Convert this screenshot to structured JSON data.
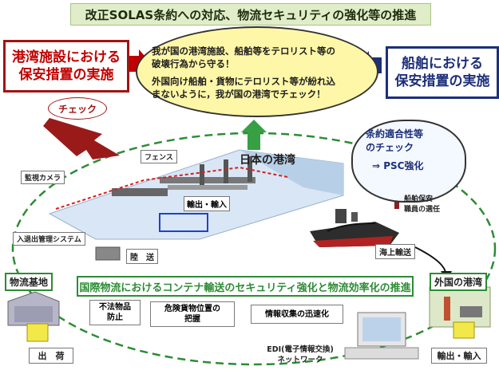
{
  "title": "改正SOLAS条約への対応、物流セキュリティの強化等の推進",
  "port_facility_box": [
    "港湾施設における",
    "保安措置の実施"
  ],
  "ship_box": [
    "船舶における",
    "保安措置の実施"
  ],
  "central_bubble": {
    "line1": "我が国の港湾施設、船舶等をテロリスト等の",
    "line2": "破壊行為から守る！",
    "line3": "外国向け船舶・貨物にテロリスト等が紛れ込",
    "line4": "まないように，我が国の港湾でチェック！"
  },
  "check_label": "チェック",
  "cloud_bubble": {
    "line1": "条約適合性等",
    "line2": "のチェック",
    "line3": "⇒  PSC強化"
  },
  "labels": {
    "camera": "監視カメラ",
    "fence": "フェンス",
    "japan_port": "日本の港湾",
    "import_export_center": "輸出・輸入",
    "access_control": "入退出管理システム",
    "land_transport": "陸　送",
    "sea_transport": "海上輸送",
    "ship_security": [
      "船舶保安",
      "職員の選任"
    ],
    "logistics_base": "物流基地",
    "foreign_port": "外国の港湾",
    "shipping": "出　荷",
    "import_export_foreign": "輸出・輸入",
    "edi": [
      "EDI(電子情報交換)",
      "ネットワーク"
    ]
  },
  "green_title": "国際物流におけるコンテナ輸送のセキュリティ強化と物流効率化の推進",
  "sub_boxes": [
    [
      "不法物品",
      "防止"
    ],
    [
      "危険貨物位置の",
      "把握"
    ],
    [
      "情報収集の迅速化"
    ]
  ],
  "colors": {
    "red": "#a01414",
    "blue": "#1c2f7a",
    "green": "#2d8c35",
    "yellow": "#fff7a8",
    "title_bg": "#e0edc8"
  }
}
